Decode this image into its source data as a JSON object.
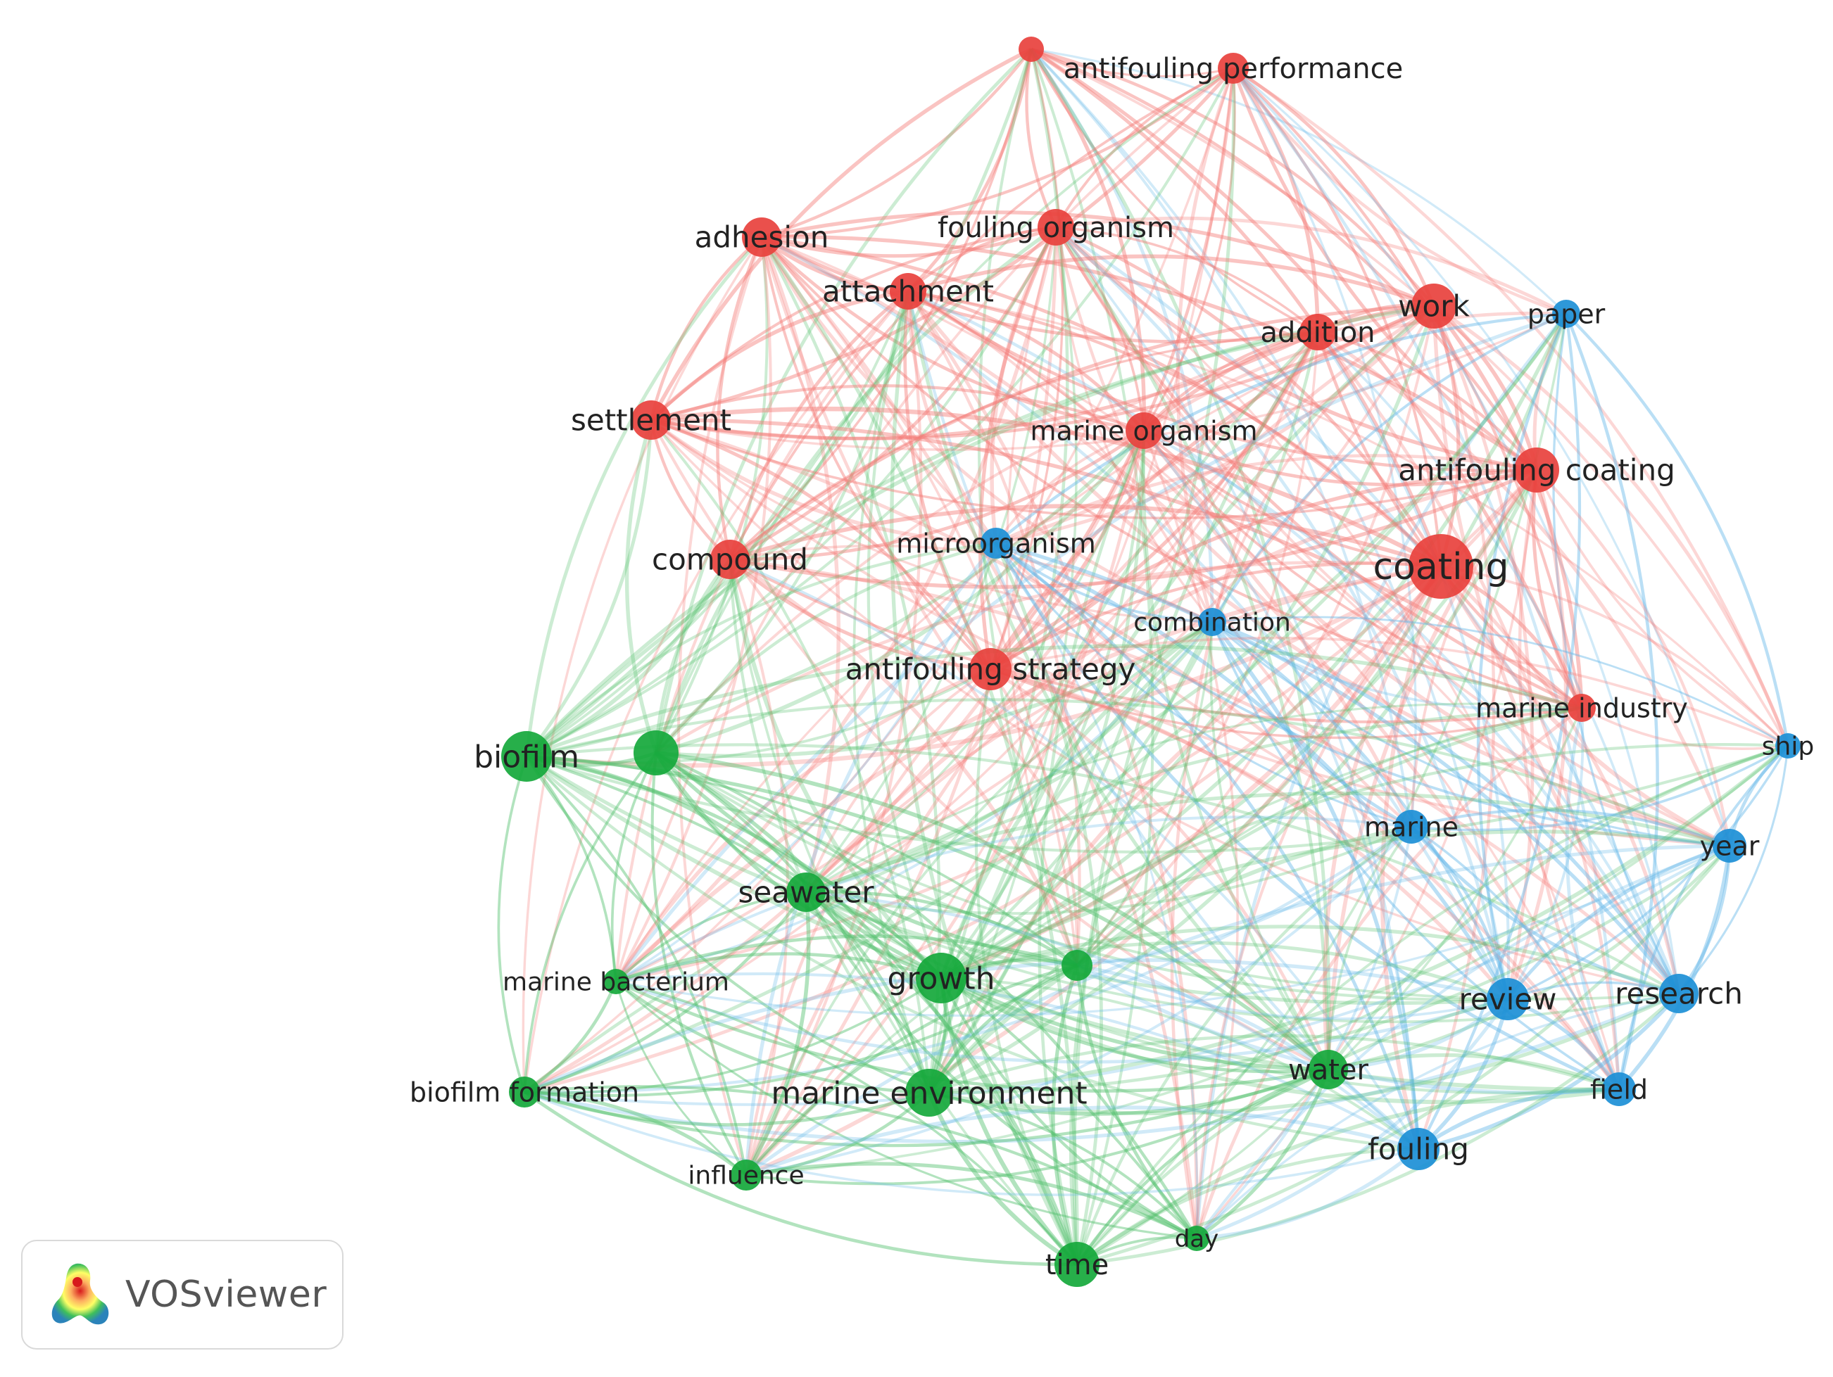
{
  "colors": {
    "cluster_red": "#e8413d",
    "cluster_green": "#15a83b",
    "cluster_blue": "#1c8fd6",
    "link_red": "#f47c78",
    "link_green": "#55c06e",
    "link_blue": "#66b8e8"
  },
  "logo": {
    "text": "VOSviewer",
    "icon": "vosviewer-density-logo-icon"
  },
  "network": {
    "nodes": [
      {
        "id": "n0",
        "label": "",
        "cluster": "red"
      },
      {
        "id": "n1",
        "label": "antifouling performance",
        "cluster": "red"
      },
      {
        "id": "n2",
        "label": "adhesion",
        "cluster": "red"
      },
      {
        "id": "n3",
        "label": "fouling organism",
        "cluster": "red"
      },
      {
        "id": "n4",
        "label": "attachment",
        "cluster": "red"
      },
      {
        "id": "n5",
        "label": "work",
        "cluster": "red"
      },
      {
        "id": "n6",
        "label": "addition",
        "cluster": "red"
      },
      {
        "id": "n7",
        "label": "paper",
        "cluster": "blue"
      },
      {
        "id": "n8",
        "label": "settlement",
        "cluster": "red"
      },
      {
        "id": "n9",
        "label": "marine organism",
        "cluster": "red"
      },
      {
        "id": "n10",
        "label": "antifouling coating",
        "cluster": "red"
      },
      {
        "id": "n11",
        "label": "compound",
        "cluster": "red"
      },
      {
        "id": "n12",
        "label": "microorganism",
        "cluster": "blue"
      },
      {
        "id": "n13",
        "label": "coating",
        "cluster": "red"
      },
      {
        "id": "n14",
        "label": "combination",
        "cluster": "blue"
      },
      {
        "id": "n15",
        "label": "antifouling strategy",
        "cluster": "red"
      },
      {
        "id": "n16",
        "label": "marine industry",
        "cluster": "red"
      },
      {
        "id": "n17",
        "label": "biofilm",
        "cluster": "green"
      },
      {
        "id": "n18",
        "label": "",
        "cluster": "green"
      },
      {
        "id": "n19",
        "label": "ship",
        "cluster": "blue"
      },
      {
        "id": "n20",
        "label": "marine",
        "cluster": "blue"
      },
      {
        "id": "n21",
        "label": "year",
        "cluster": "blue"
      },
      {
        "id": "n22",
        "label": "seawater",
        "cluster": "green"
      },
      {
        "id": "n23",
        "label": "marine bacterium",
        "cluster": "green"
      },
      {
        "id": "n24",
        "label": "growth",
        "cluster": "green"
      },
      {
        "id": "n25",
        "label": "",
        "cluster": "green"
      },
      {
        "id": "n26",
        "label": "review",
        "cluster": "blue"
      },
      {
        "id": "n27",
        "label": "research",
        "cluster": "blue"
      },
      {
        "id": "n28",
        "label": "water",
        "cluster": "green"
      },
      {
        "id": "n29",
        "label": "biofilm formation",
        "cluster": "green"
      },
      {
        "id": "n30",
        "label": "marine environment",
        "cluster": "green"
      },
      {
        "id": "n31",
        "label": "field",
        "cluster": "blue"
      },
      {
        "id": "n32",
        "label": "fouling",
        "cluster": "blue"
      },
      {
        "id": "n33",
        "label": "influence",
        "cluster": "green"
      },
      {
        "id": "n34",
        "label": "day",
        "cluster": "green"
      },
      {
        "id": "n35",
        "label": "time",
        "cluster": "green"
      }
    ]
  }
}
